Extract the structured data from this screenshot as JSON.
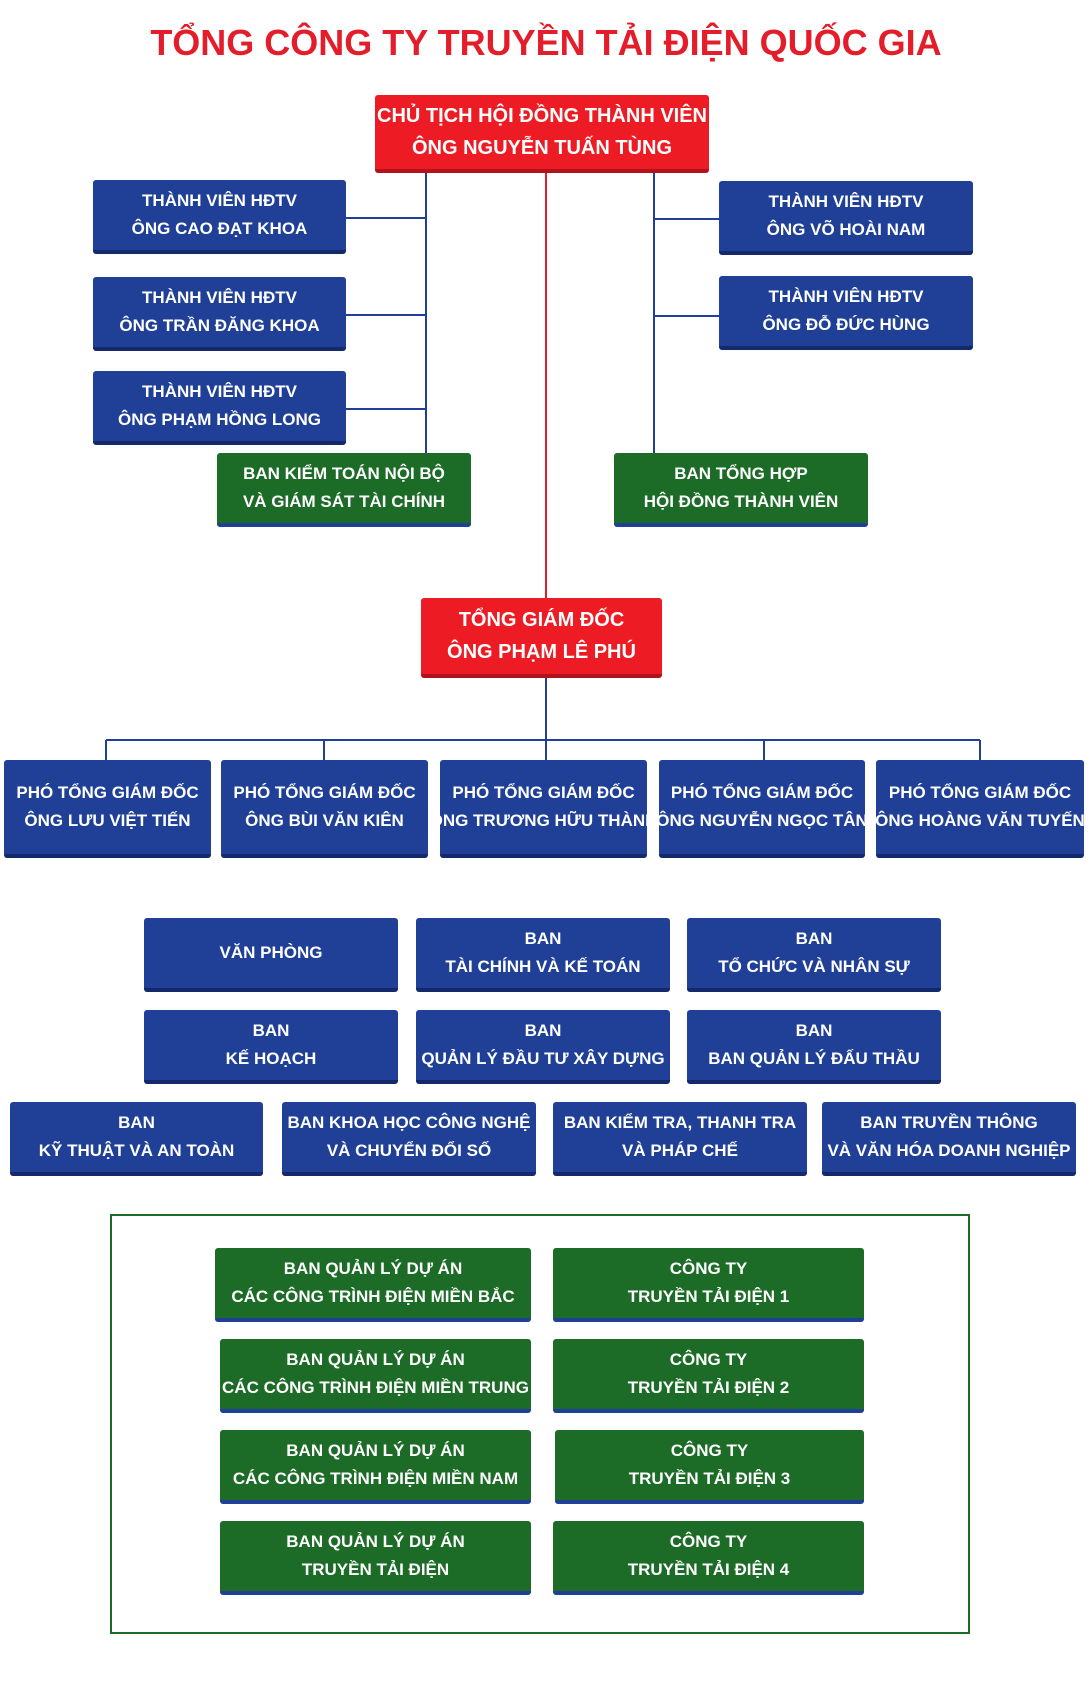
{
  "title": "TỔNG CÔNG TY TRUYỀN TẢI ĐIỆN QUỐC GIA",
  "colors": {
    "red": "#ed1c24",
    "blue": "#1f4096",
    "green": "#1c6b27",
    "title": "#e31e2a"
  },
  "chairman": {
    "line1": "CHỦ TỊCH HỘI ĐỒNG THÀNH VIÊN",
    "line2": "ÔNG NGUYỄN TUẤN TÙNG"
  },
  "board_members_left": [
    {
      "line1": "THÀNH VIÊN HĐTV",
      "line2": "ÔNG CAO ĐẠT KHOA"
    },
    {
      "line1": "THÀNH VIÊN HĐTV",
      "line2": "ÔNG TRẦN ĐĂNG KHOA"
    },
    {
      "line1": "THÀNH VIÊN HĐTV",
      "line2": "ÔNG PHẠM HỒNG LONG"
    }
  ],
  "board_members_right": [
    {
      "line1": "THÀNH VIÊN HĐTV",
      "line2": "ÔNG VÕ HOÀI NAM"
    },
    {
      "line1": "THÀNH VIÊN HĐTV",
      "line2": "ÔNG ĐỖ ĐỨC HÙNG"
    }
  ],
  "audit_board": {
    "line1": "BAN KIỂM TOÁN NỘI BỘ",
    "line2": "VÀ GIÁM SÁT TÀI CHÍNH"
  },
  "general_board": {
    "line1": "BAN TỔNG HỢP",
    "line2": "HỘI ĐỒNG THÀNH VIÊN"
  },
  "ceo": {
    "line1": "TỔNG GIÁM ĐỐC",
    "line2": "ÔNG PHẠM LÊ PHÚ"
  },
  "deputies": [
    {
      "line1": "PHÓ TỔNG GIÁM ĐỐC",
      "line2": "ÔNG LƯU VIỆT TIẾN"
    },
    {
      "line1": "PHÓ TỔNG GIÁM ĐỐC",
      "line2": "ÔNG BÙI VĂN KIÊN"
    },
    {
      "line1": "PHÓ TỔNG GIÁM ĐỐC",
      "line2": "ÔNG TRƯƠNG HỮU THÀNH"
    },
    {
      "line1": "PHÓ TỔNG GIÁM ĐỐC",
      "line2": "ÔNG  NGUYỄN NGỌC TÂN"
    },
    {
      "line1": "PHÓ TỔNG GIÁM ĐỐC",
      "line2": "ÔNG HOÀNG VĂN TUYẾN"
    }
  ],
  "departments": [
    {
      "line1": "VĂN PHÒNG",
      "line2": ""
    },
    {
      "line1": "BAN",
      "line2": "TÀI CHÍNH VÀ KẾ TOÁN"
    },
    {
      "line1": "BAN",
      "line2": "TỔ CHỨC VÀ NHÂN SỰ"
    },
    {
      "line1": "BAN",
      "line2": "KẾ HOẠCH"
    },
    {
      "line1": "BAN",
      "line2": "QUẢN LÝ ĐẦU TƯ XÂY DỰNG"
    },
    {
      "line1": "BAN",
      "line2": "BAN QUẢN LÝ ĐẤU THẦU"
    },
    {
      "line1": "BAN",
      "line2": "KỸ THUẬT VÀ AN TOÀN"
    },
    {
      "line1": "BAN KHOA HỌC CÔNG NGHỆ",
      "line2": "VÀ CHUYỂN ĐỔI SỐ"
    },
    {
      "line1": "BAN KIỂM TRA, THANH TRA",
      "line2": "VÀ PHÁP CHẾ"
    },
    {
      "line1": "BAN TRUYỀN THÔNG",
      "line2": "VÀ VĂN HÓA DOANH NGHIỆP"
    }
  ],
  "project_boards": [
    {
      "line1": "BAN QUẢN LÝ DỰ ÁN",
      "line2": "CÁC CÔNG TRÌNH ĐIỆN MIỀN BẮC"
    },
    {
      "line1": "BAN QUẢN LÝ DỰ ÁN",
      "line2": "CÁC CÔNG TRÌNH ĐIỆN MIỀN TRUNG"
    },
    {
      "line1": "BAN QUẢN LÝ DỰ ÁN",
      "line2": "CÁC CÔNG TRÌNH ĐIỆN MIỀN NAM"
    },
    {
      "line1": "BAN QUẢN LÝ DỰ ÁN",
      "line2": "TRUYỀN TẢI ĐIỆN"
    }
  ],
  "companies": [
    {
      "line1": "CÔNG TY",
      "line2": "TRUYỀN TẢI ĐIỆN 1"
    },
    {
      "line1": "CÔNG TY",
      "line2": "TRUYỀN TẢI ĐIỆN 2"
    },
    {
      "line1": "CÔNG TY",
      "line2": "TRUYỀN TẢI ĐIỆN 3"
    },
    {
      "line1": "CÔNG TY",
      "line2": "TRUYỀN TẢI ĐIỆN 4"
    }
  ]
}
